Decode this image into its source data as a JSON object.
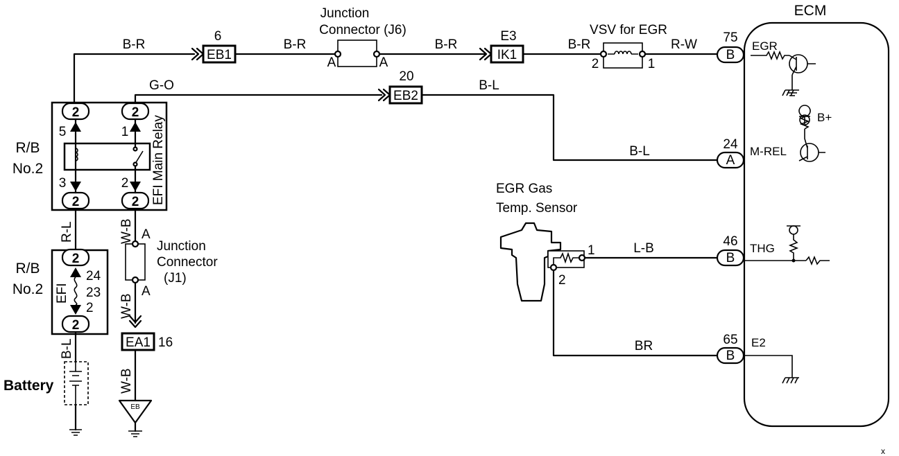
{
  "ecm": {
    "title": "ECM",
    "terminals": [
      {
        "pin": "75",
        "connector": "B",
        "name": "EGR"
      },
      {
        "pin": "24",
        "connector": "A",
        "name": "M-REL"
      },
      {
        "pin": "46",
        "connector": "B",
        "name": "THG"
      },
      {
        "pin": "65",
        "connector": "B",
        "name": "E2"
      }
    ],
    "b_plus": "B+"
  },
  "components": {
    "junction_j6": {
      "label1": "Junction",
      "label2": "Connector (J6)",
      "pin_a1": "A",
      "pin_a2": "A"
    },
    "vsv": {
      "label": "VSV for EGR",
      "pin2": "2",
      "pin1": "1"
    },
    "efi_main_relay": {
      "label": "EFI Main Relay",
      "pins": [
        "5",
        "1",
        "3",
        "2"
      ],
      "conn": "2"
    },
    "rb_upper": {
      "line1": "R/B",
      "line2": "No.2"
    },
    "rb_lower": {
      "line1": "R/B",
      "line2": "No.2"
    },
    "efi_fuse": {
      "label": "EFI",
      "pins": [
        "24",
        "23",
        "2"
      ],
      "conn": "2"
    },
    "battery": {
      "label": "Battery"
    },
    "junction_j1": {
      "label1": "Junction",
      "label2": "Connector",
      "label3": "(J1)",
      "pin_a1": "A",
      "pin_a2": "A"
    },
    "egr_sensor": {
      "label1": "EGR Gas",
      "label2": "Temp. Sensor",
      "pin1": "1",
      "pin2": "2"
    },
    "ground_eb": {
      "label": "EB"
    }
  },
  "connectors": {
    "eb1": {
      "id": "EB1",
      "num": "6"
    },
    "ik1": {
      "id": "IK1",
      "num": "E3"
    },
    "eb2": {
      "id": "EB2",
      "num": "20"
    },
    "ea1": {
      "id": "EA1",
      "num": "16"
    }
  },
  "wires": {
    "br_1": "B-R",
    "br_2": "B-R",
    "br_3": "B-R",
    "br_4": "B-R",
    "rw": "R-W",
    "go": "G-O",
    "bl_1": "B-L",
    "bl_2": "B-L",
    "rl": "R-L",
    "bl_batt": "B-L",
    "wb_1": "W-B",
    "wb_2": "W-B",
    "wb_3": "W-B",
    "lb": "L-B",
    "br_ground": "BR"
  },
  "corner_mark": "x"
}
